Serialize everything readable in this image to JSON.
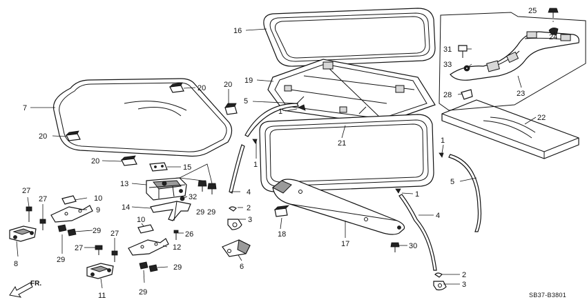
{
  "diagram": {
    "callouts": [
      "1",
      "2",
      "3",
      "4",
      "5",
      "6",
      "7",
      "8",
      "9",
      "10",
      "11",
      "12",
      "13",
      "14",
      "15",
      "16",
      "17",
      "18",
      "19",
      "20",
      "21",
      "22",
      "23",
      "24",
      "25",
      "26",
      "27",
      "28",
      "29",
      "30",
      "31",
      "32",
      "33"
    ],
    "direction_label": "FR.",
    "drawing_code": "SB37-B3801"
  }
}
